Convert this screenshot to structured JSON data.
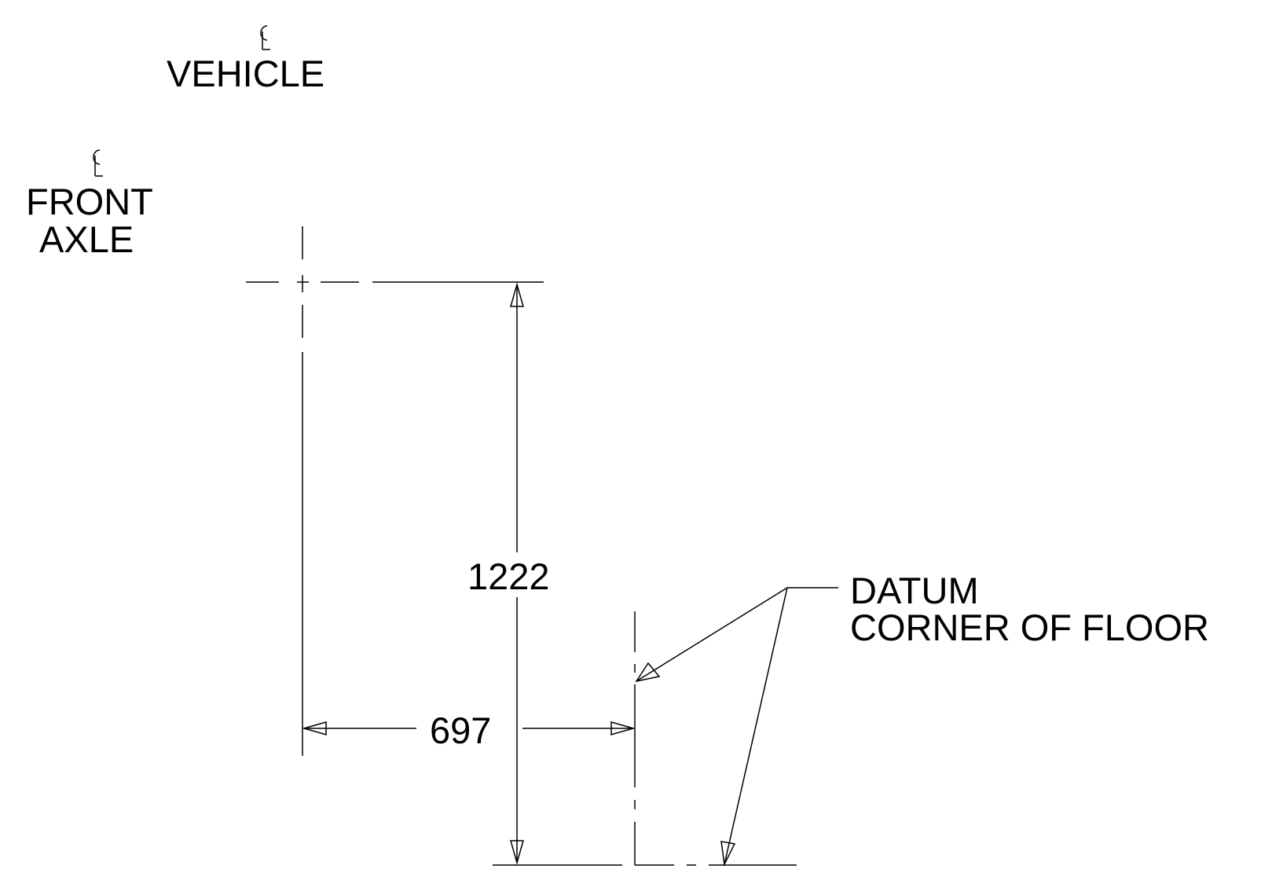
{
  "labels": {
    "vehicle_centerline": "VEHICLE",
    "front_axle_line1": "FRONT",
    "front_axle_line2": "AXLE",
    "datum_line1": "DATUM",
    "datum_line2": "CORNER OF FLOOR"
  },
  "dimensions": {
    "vertical": "1222",
    "horizontal": "697"
  },
  "icons": {
    "centerline_symbol": "centerline-icon"
  },
  "colors": {
    "line": "#000000",
    "background": "#ffffff"
  }
}
